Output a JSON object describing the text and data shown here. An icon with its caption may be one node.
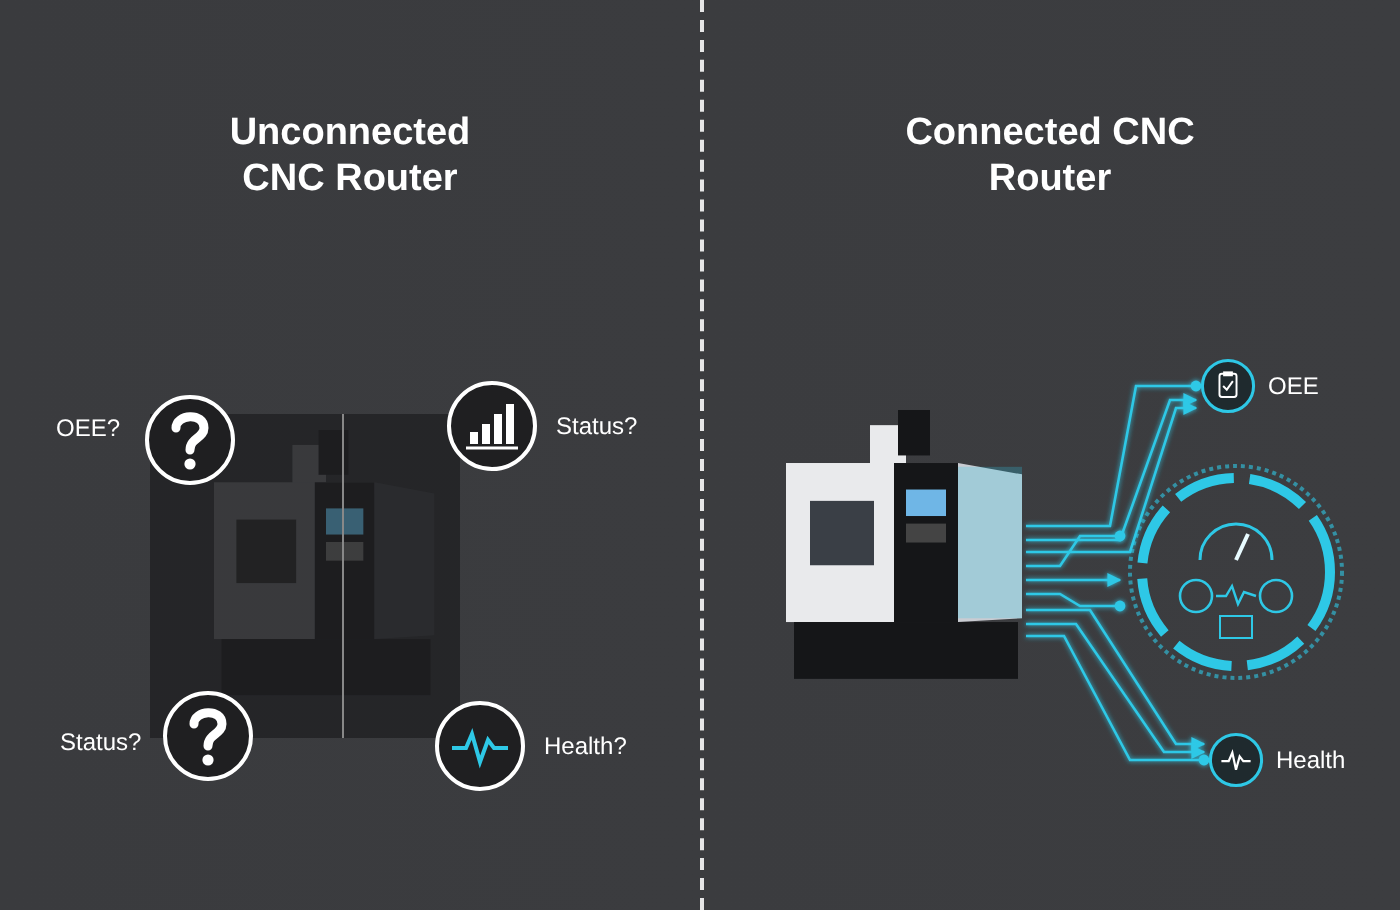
{
  "diagram": {
    "nodes": [
      {
        "text": [],
        "shape": "picture"
      },
      {
        "text": [
          "OEE"
        ]
      },
      {
        "text": [],
        "shape": "picture"
      },
      {
        "text": [
          "Health"
        ]
      }
    ],
    "edges": [
      {
        "from": 0,
        "to": 1,
        "arrow": "other"
      },
      {
        "from": 0,
        "to": 1,
        "arrow": "to"
      },
      {
        "from": 0,
        "to": 1,
        "arrow": "to"
      },
      {
        "from": 0,
        "to": 2,
        "arrow": "other"
      },
      {
        "from": 0,
        "to": 2,
        "arrow": "to"
      },
      {
        "from": 0,
        "to": 2,
        "arrow": "other"
      },
      {
        "from": 0,
        "to": 3,
        "arrow": "to"
      },
      {
        "from": 0,
        "to": 3,
        "arrow": "to"
      },
      {
        "from": 0,
        "to": 3,
        "arrow": "other"
      }
    ],
    "labels": [
      "Unconnected CNC Router",
      "Connected CNC Router",
      "OEE?",
      "Status?",
      "Status?",
      "Health?"
    ]
  }
}
